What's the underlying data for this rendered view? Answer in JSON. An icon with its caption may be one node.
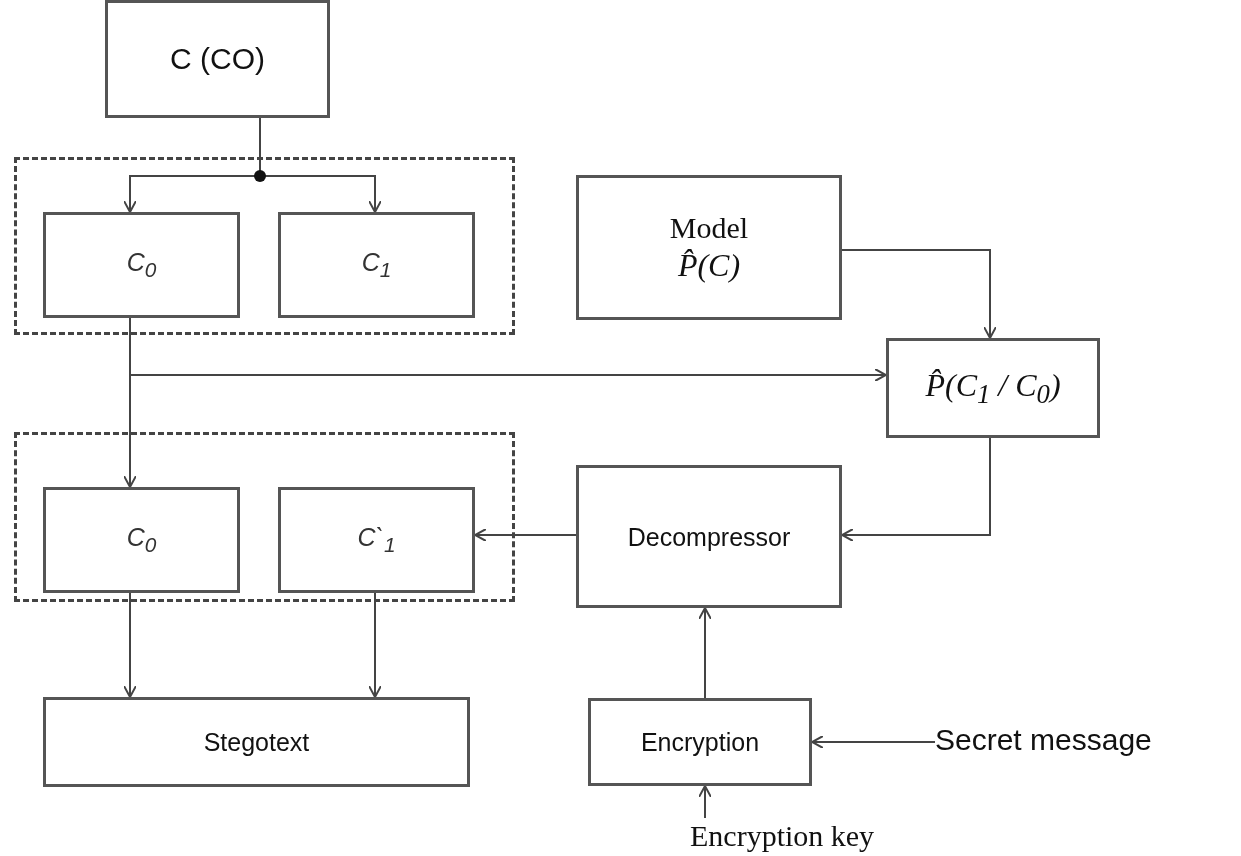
{
  "diagram": {
    "nodes": [
      {
        "text": [
          "C (CO)"
        ]
      },
      {
        "text": [],
        "shape": "box"
      },
      {
        "text": [
          "C$_{0}$"
        ],
        "in": 1
      },
      {
        "text": [
          "C$_{1}$"
        ],
        "in": 1
      },
      {
        "text": [
          "Model",
          "P̂(C)"
        ]
      },
      {
        "text": [
          "P̂(C$_{1}$ / C$_{0}$)"
        ]
      },
      {
        "text": [],
        "shape": "box"
      },
      {
        "text": [
          "C$_{0}$"
        ],
        "in": 6
      },
      {
        "text": [
          "C`$_{1}$"
        ],
        "in": 6
      },
      {
        "text": [
          "Decompressor"
        ]
      },
      {
        "text": [
          "Stegotext"
        ]
      },
      {
        "text": [
          "Encryption"
        ]
      },
      {
        "text": [
          "Secret message"
        ]
      },
      {
        "text": [
          "Encryption key"
        ]
      }
    ],
    "edges": [
      {
        "from": 0,
        "to": 2,
        "arrow": "to"
      },
      {
        "from": 0,
        "to": 3,
        "arrow": "to"
      },
      {
        "from": 2,
        "to": 7,
        "arrow": "to"
      },
      {
        "from": 2,
        "to": 5,
        "arrow": "to"
      },
      {
        "from": 4,
        "to": 5,
        "arrow": "to"
      },
      {
        "from": 5,
        "to": 9,
        "arrow": "to"
      },
      {
        "from": 9,
        "to": 8,
        "arrow": "to"
      },
      {
        "from": 7,
        "to": 10,
        "arrow": "to"
      },
      {
        "from": 8,
        "to": 10,
        "arrow": "to"
      },
      {
        "from": 11,
        "to": 9,
        "arrow": "to"
      },
      {
        "from": 12,
        "to": 11,
        "arrow": "to"
      },
      {
        "from": 13,
        "to": 11,
        "arrow": "to"
      }
    ]
  }
}
